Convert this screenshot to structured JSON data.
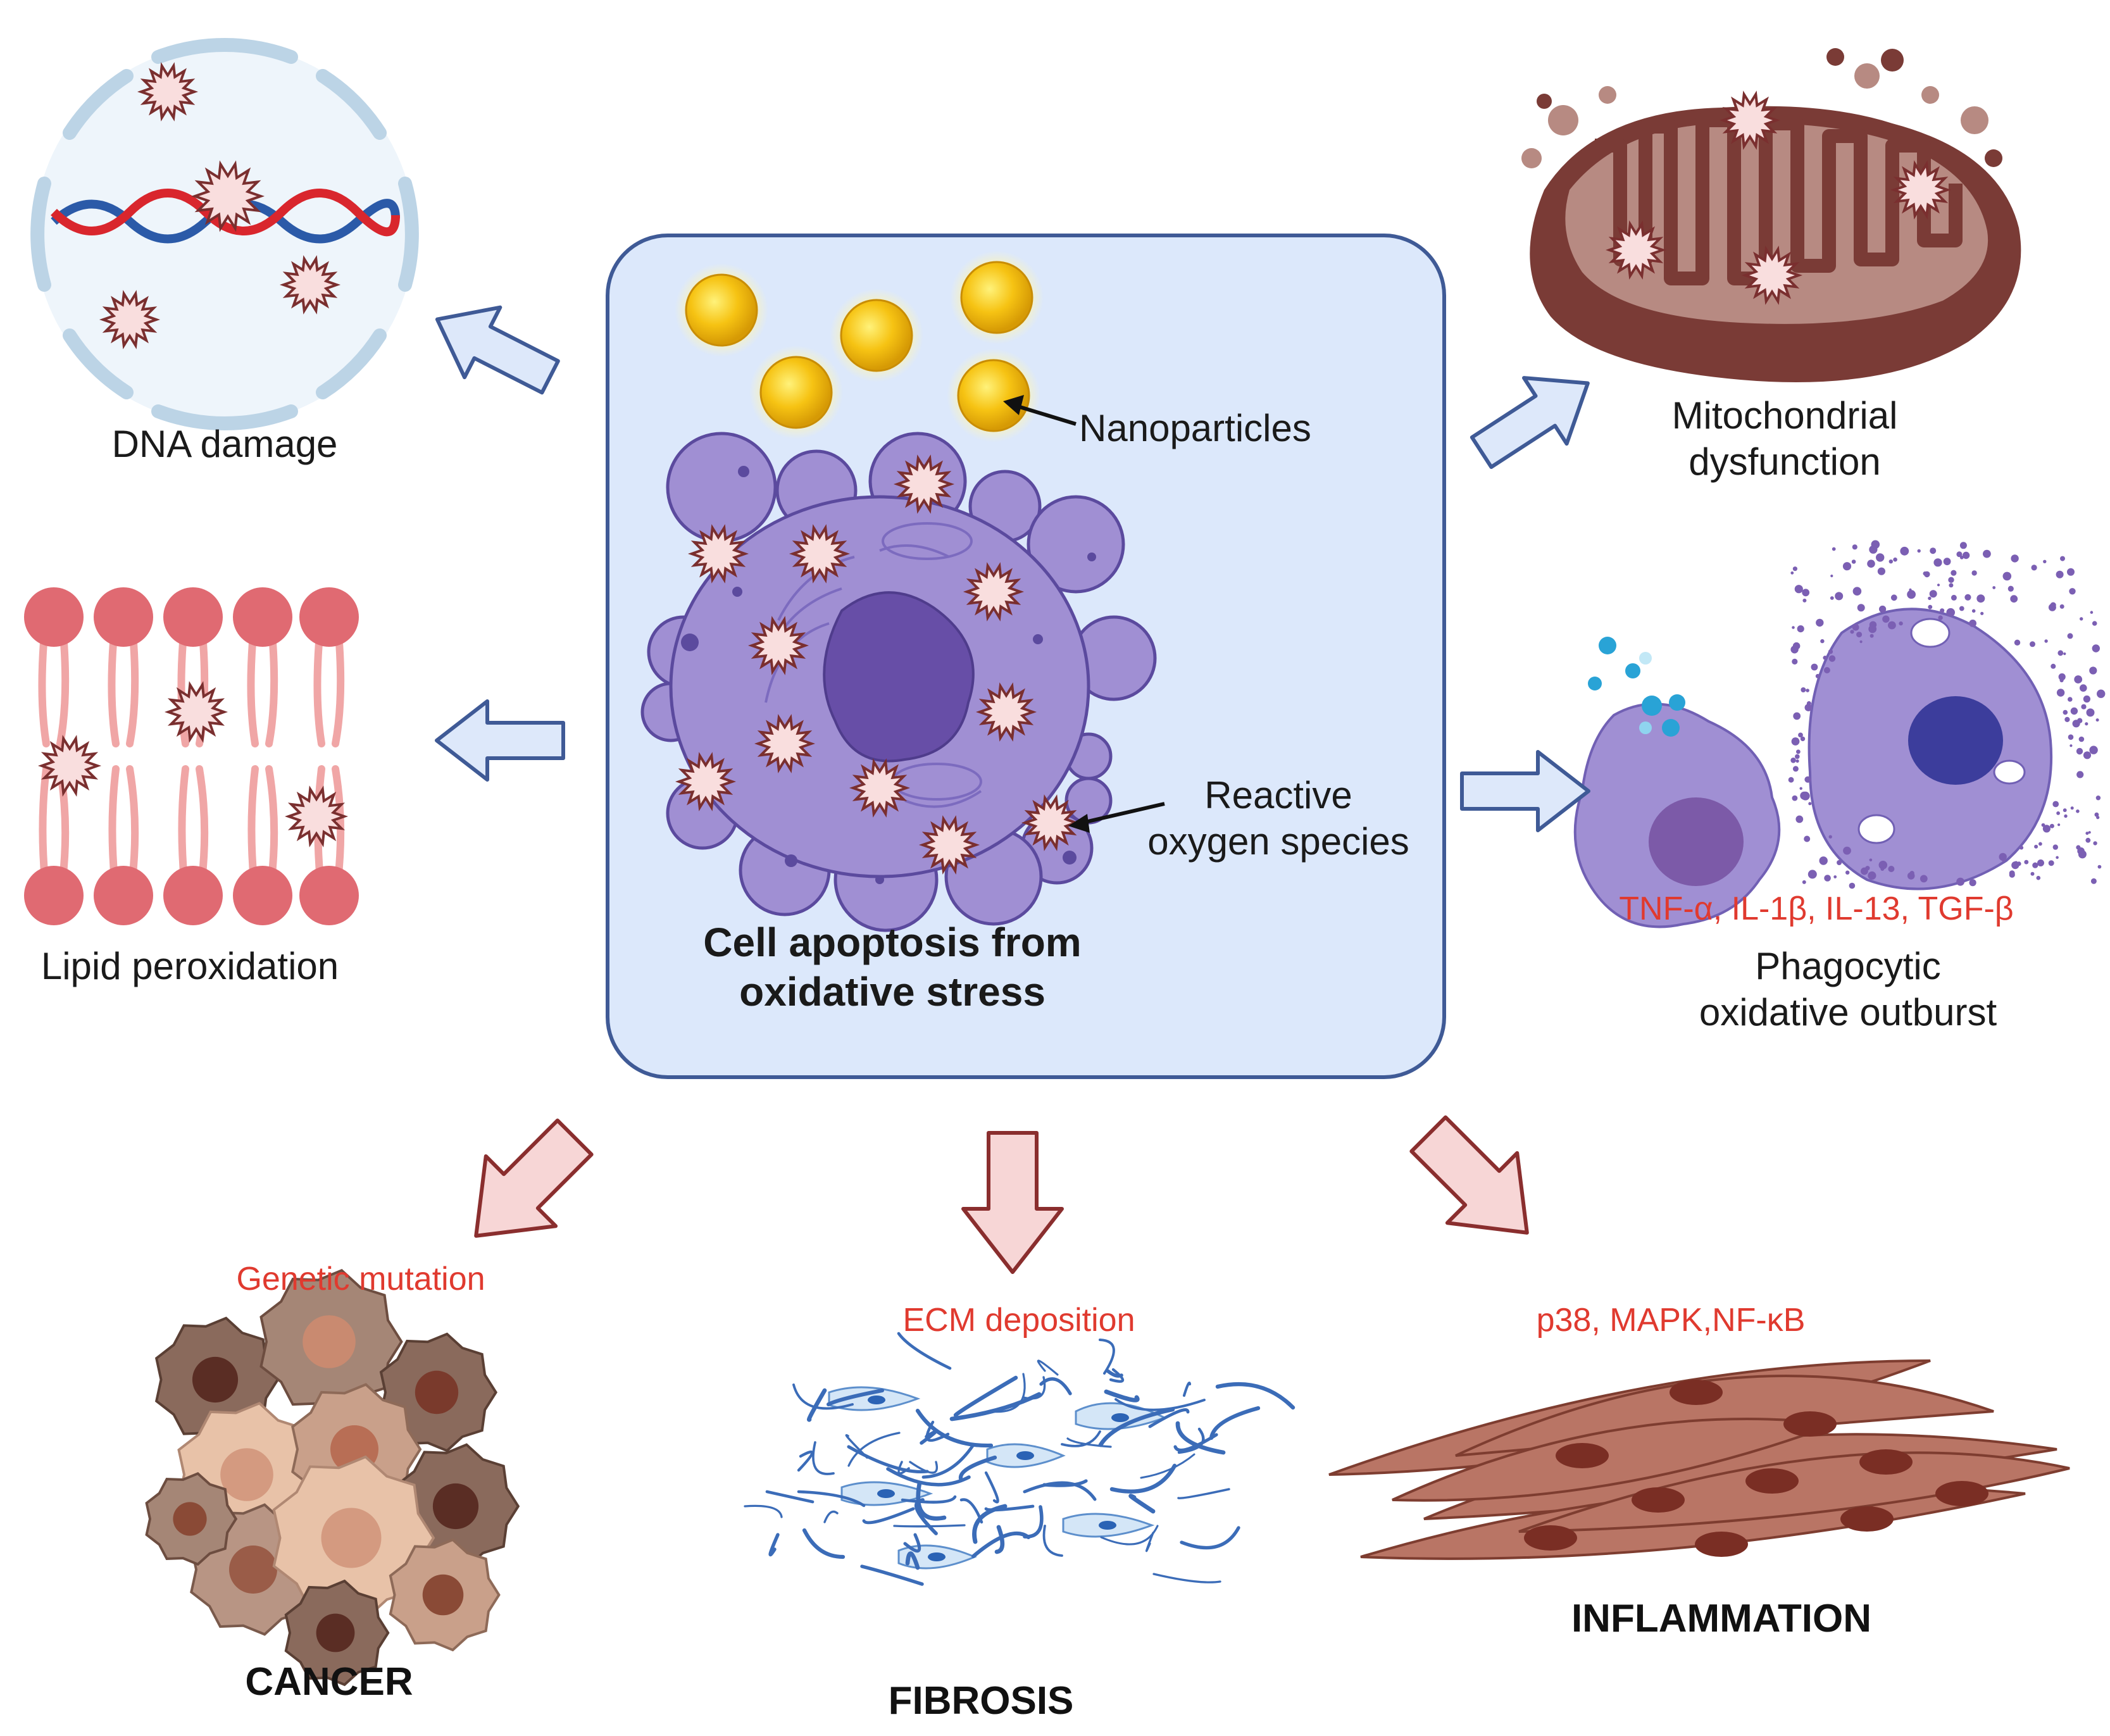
{
  "center": {
    "title_line1": "Cell apoptosis from",
    "title_line2": "oxidative stress",
    "nanoparticles_label": "Nanoparticles",
    "ros_label_line1": "Reactive",
    "ros_label_line2": "oxygen species"
  },
  "effects": {
    "dna": "DNA damage",
    "lipid": "Lipid peroxidation",
    "mito_line1": "Mitochondrial",
    "mito_line2": "dysfunction",
    "phago_markers": "TNF-α, IL-1β, IL-13, TGF-β",
    "phago_line1": "Phagocytic",
    "phago_line2": "oxidative outburst"
  },
  "outcomes": {
    "cancer": {
      "marker": "Genetic mutation",
      "name": "CANCER"
    },
    "fibrosis": {
      "marker": "ECM deposition",
      "name": "FIBROSIS"
    },
    "inflammation": {
      "marker": "p38, MAPK,NF-κB",
      "name": "INFLAMMATION"
    }
  },
  "colors": {
    "panel_fill": "#dce8fb",
    "panel_stroke": "#3f5a96",
    "blue_arrow_fill": "#dde8fa",
    "blue_arrow_stroke": "#3f5a96",
    "red_arrow_fill": "#f7d6d6",
    "red_arrow_stroke": "#8a2e2e",
    "marker_text": "#e03a2f",
    "ros_fill": "#f9dede",
    "ros_stroke": "#7a2f2f"
  }
}
